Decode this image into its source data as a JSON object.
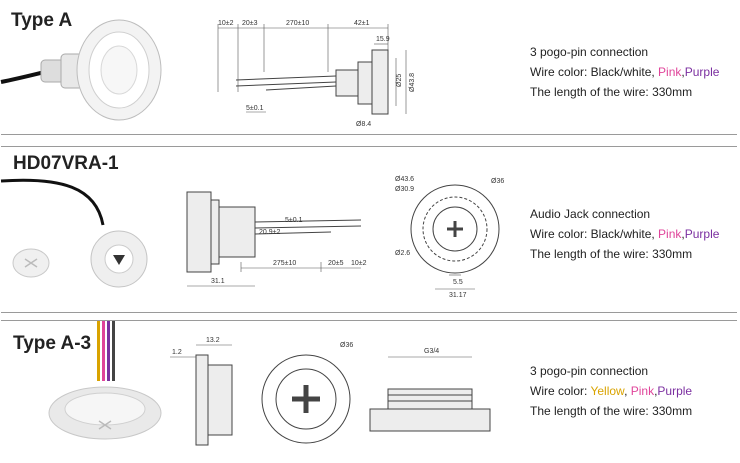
{
  "sections": [
    {
      "title": "Type A",
      "connection": "3 pogo-pin connection",
      "wire_prefix": "Wire color: Black/white, ",
      "wire_pink": "Pink",
      "wire_sep": ",",
      "wire_purple": "Purple",
      "length": "The length of the wire: 330mm",
      "dims": [
        "10±2",
        "20±3",
        "270±10",
        "42±1",
        "15.9",
        "5±0.1",
        "Ø25",
        "Ø43.8",
        "Ø8.4"
      ]
    },
    {
      "title": "HD07VRA-1",
      "connection": "Audio Jack connection",
      "wire_prefix": "Wire color: Black/white, ",
      "wire_pink": "Pink",
      "wire_sep": ",",
      "wire_purple": "Purple",
      "length": "The length of the wire: 330mm",
      "dims": [
        "5±0.1",
        "20.9±2",
        "275±10",
        "20±5",
        "10±2",
        "31.1",
        "Ø43.6",
        "Ø30.9",
        "Ø36",
        "Ø2.6",
        "5.5",
        "31.17"
      ]
    },
    {
      "title": "Type A-3",
      "connection": "3 pogo-pin connection",
      "wire_prefix": "Wire color: ",
      "wire_yellow": "Yellow",
      "wire_sep1": ", ",
      "wire_pink": "Pink",
      "wire_sep": ",",
      "wire_purple": "Purple",
      "length": "The length of the wire: 330mm",
      "dims": [
        "1.2",
        "13.2",
        "Ø36",
        "G3/4"
      ]
    }
  ],
  "colors": {
    "pink": "#e0449a",
    "purple": "#7b2fa0",
    "yellow": "#d9a300",
    "divider": "#9a9a9a"
  }
}
